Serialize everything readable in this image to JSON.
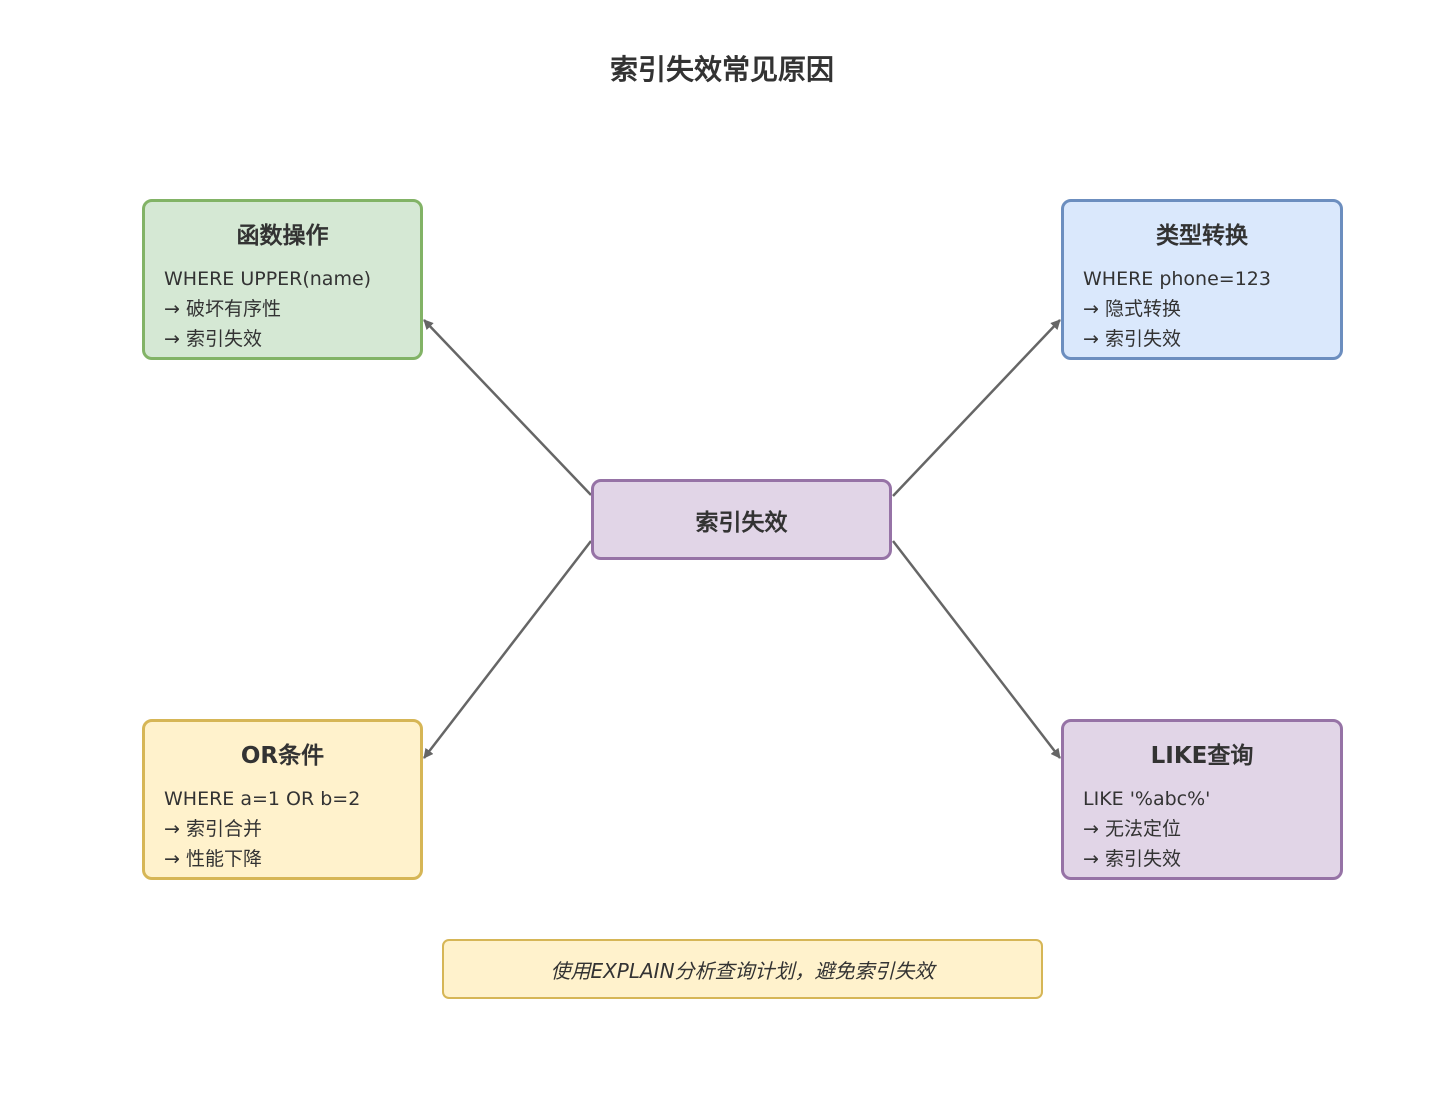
{
  "title": "索引失效常见原因",
  "center": "索引失效",
  "boxes": {
    "function": {
      "heading": "函数操作",
      "lines": [
        "WHERE UPPER(name)",
        "→ 破坏有序性",
        "→ 索引失效"
      ]
    },
    "type": {
      "heading": "类型转换",
      "lines": [
        "WHERE phone=123",
        "→ 隐式转换",
        "→ 索引失效"
      ]
    },
    "or": {
      "heading": "OR条件",
      "lines": [
        "WHERE a=1 OR b=2",
        "→ 索引合并",
        "→ 性能下降"
      ]
    },
    "like": {
      "heading": "LIKE查询",
      "lines": [
        "LIKE '%abc%'",
        "→ 无法定位",
        "→ 索引失效"
      ]
    }
  },
  "note": "使用EXPLAIN分析查询计划，避免索引失效",
  "colors": {
    "arrow": "#666666",
    "green": "#82b366",
    "blue": "#6c8ebf",
    "yellow": "#d6b656",
    "purple": "#9673a6"
  }
}
